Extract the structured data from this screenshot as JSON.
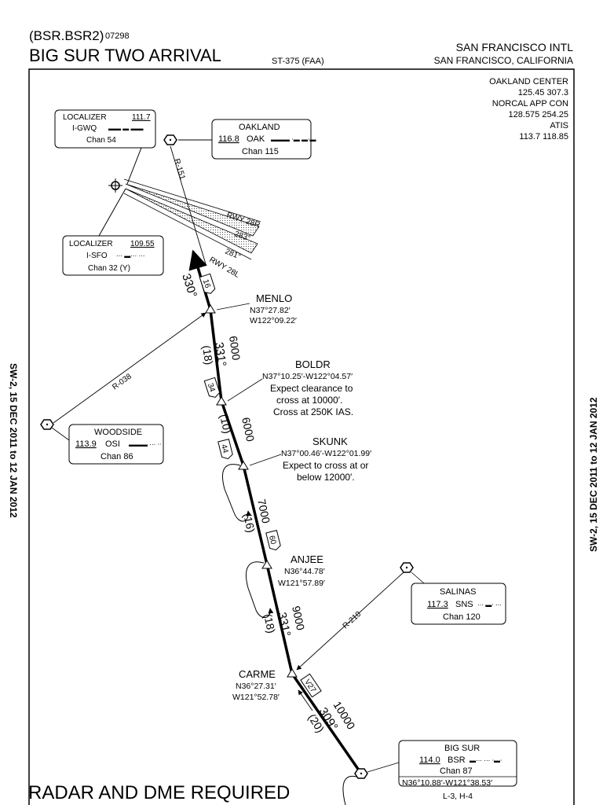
{
  "header": {
    "code": "(BSR.BSR2)",
    "number": "07298",
    "title": "BIG SUR TWO ARRIVAL",
    "std": "ST-375 (FAA)",
    "airport": "SAN FRANCISCO INTL",
    "city": "SAN FRANCISCO, CALIFORNIA"
  },
  "side_label_left": "SW-2, 15 DEC 2011 to 12 JAN 2012",
  "side_label_right": "SW-2, 15 DEC 2011 to 12 JAN 2012",
  "frequencies": {
    "oakland_center": "OAKLAND CENTER",
    "oakland_center_freq": "125.45  307.3",
    "norcal": "NORCAL APP CON",
    "norcal_freq": "128.575  254.25",
    "atis": "ATIS",
    "atis_freq": "113.7  118.85"
  },
  "loc_gwq": {
    "label": "LOCALIZER",
    "freq": "111.7",
    "ident": "I-GWQ",
    "chan": "Chan 54"
  },
  "loc_sfo": {
    "label": "LOCALIZER",
    "freq": "109.55",
    "ident": "I-SFO",
    "chan": "Chan 32 (Y)"
  },
  "oakland": {
    "name": "OAKLAND",
    "freq": "116.8",
    "ident": "OAK",
    "chan": "Chan 115"
  },
  "woodside": {
    "name": "WOODSIDE",
    "freq": "113.9",
    "ident": "OSI",
    "chan": "Chan 86"
  },
  "salinas": {
    "name": "SALINAS",
    "freq": "117.3",
    "ident": "SNS",
    "chan": "Chan 120"
  },
  "bigsur": {
    "name": "BIG SUR",
    "freq": "114.0",
    "ident": "BSR",
    "chan": "Chan 87",
    "coords": "N36°10.88′-W121°38.53′",
    "charts": "L-3, H-4"
  },
  "runways": {
    "rwy28r": "RWY 28R",
    "rwy28l": "RWY 28L",
    "crs283": "283°",
    "crs281": "281°"
  },
  "radials": {
    "r151": "R-151",
    "r038": "R-038",
    "r210": "R-210"
  },
  "menlo": {
    "name": "MENLO",
    "lat": "N37°27.82′",
    "lon": "W122°09.22′"
  },
  "boldr": {
    "name": "BOLDR",
    "coords": "N37°10.25′-W122°04.57′",
    "note1": "Expect clearance to",
    "note2": "cross at 10000′.",
    "note3": "Cross at 250K IAS."
  },
  "skunk": {
    "name": "SKUNK",
    "coords": "N37°00.46′-W122°01.99′",
    "note1": "Expect to cross at or",
    "note2": "below 12000′."
  },
  "anjee": {
    "name": "ANJEE",
    "lat": "N36°44.78′",
    "lon": "W121°57.89′"
  },
  "carme": {
    "name": "CARME",
    "lat": "N36°27.31′",
    "lon": "W121°52.78′"
  },
  "legs": {
    "final_course": "330°",
    "alt1": "6000",
    "crs1": "331°",
    "dist1": "(18)",
    "dme16": "16",
    "dme34": "34",
    "alt2": "6000",
    "dist2": "(10)",
    "dme44": "44",
    "alt3": "7000",
    "dist3": "(16)",
    "dme60": "60",
    "alt4": "9000",
    "crs4": "331°",
    "dist4": "(18)",
    "v27": "V27",
    "alt5": "10000",
    "crs5": "309°",
    "dist5": "(20)"
  },
  "footer": "RADAR AND DME REQUIRED"
}
